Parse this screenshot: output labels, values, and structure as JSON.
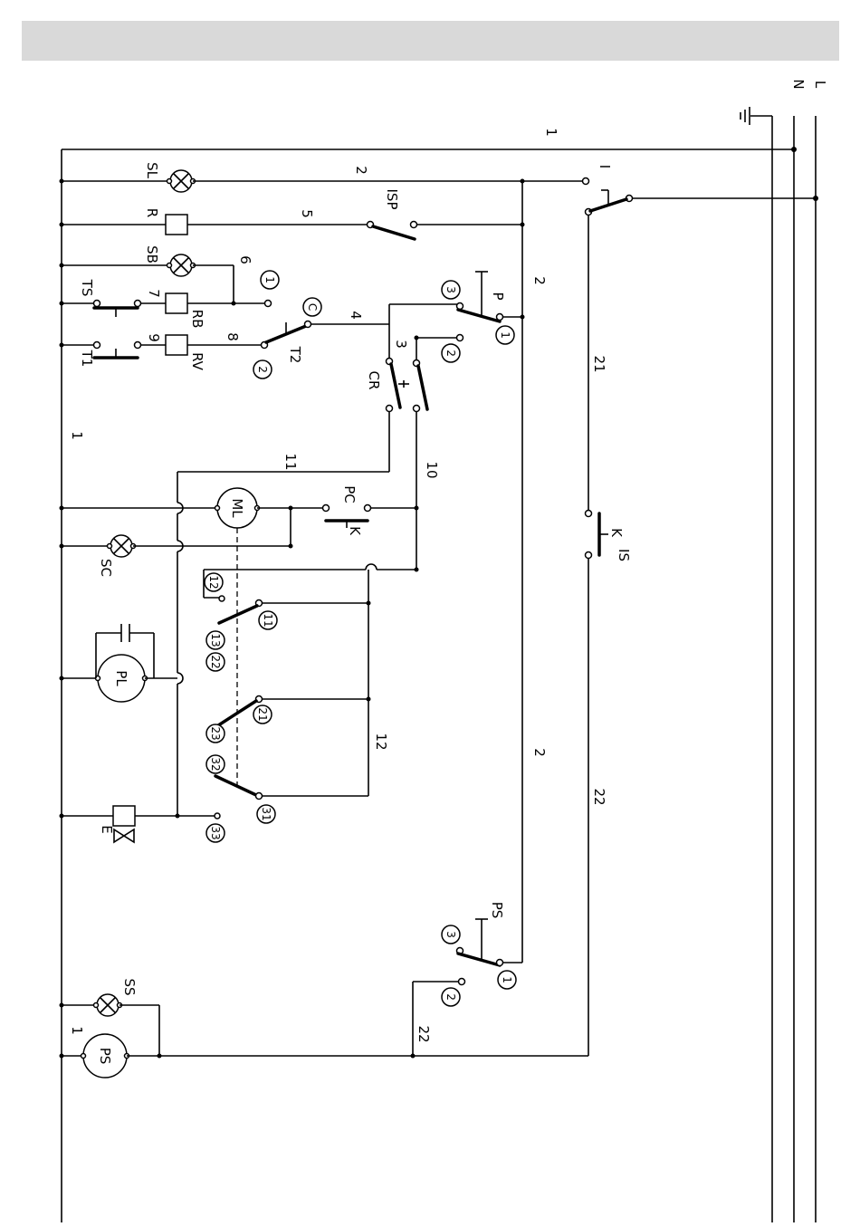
{
  "rails": {
    "ground": "⏚",
    "n": "N",
    "l": "L"
  },
  "labels": {
    "w1_top": "1",
    "w1_left": "1",
    "w1_bottom": "1",
    "w2_top": "2",
    "w2_right_a": "2",
    "w2_right_b": "2",
    "w3": "3",
    "w4": "4",
    "w5": "5",
    "w6": "6",
    "w7": "7",
    "w8": "8",
    "w9": "9",
    "w10": "10",
    "w11": "11",
    "w12": "12",
    "w21": "21",
    "w22_a": "22",
    "w22_b": "22"
  },
  "components": {
    "SL": "SL",
    "R": "R",
    "SB": "SB",
    "TS": "TS",
    "RB": "RB",
    "T1": "T1",
    "RV": "RV",
    "T2": "T2",
    "ISP": "ISP",
    "P": "P",
    "CR": "CR",
    "I": "I",
    "ML": "ML",
    "PC": "PC",
    "SC": "SC",
    "IS": "IS",
    "PL": "PL",
    "E": "E",
    "PS_switch": "PS",
    "SS": "SS",
    "PS_motor": "PS"
  },
  "terminals": {
    "t1": "1",
    "tC": "C",
    "t2": "2",
    "t3": "3",
    "t1p": "1",
    "t2cr": "2",
    "t12": "12",
    "t11": "11",
    "t13": "13",
    "t22": "22",
    "t21": "21",
    "t23": "23",
    "t32": "32",
    "t31": "31",
    "t33": "33",
    "ps3": "3",
    "ps1": "1",
    "ps2": "2"
  }
}
